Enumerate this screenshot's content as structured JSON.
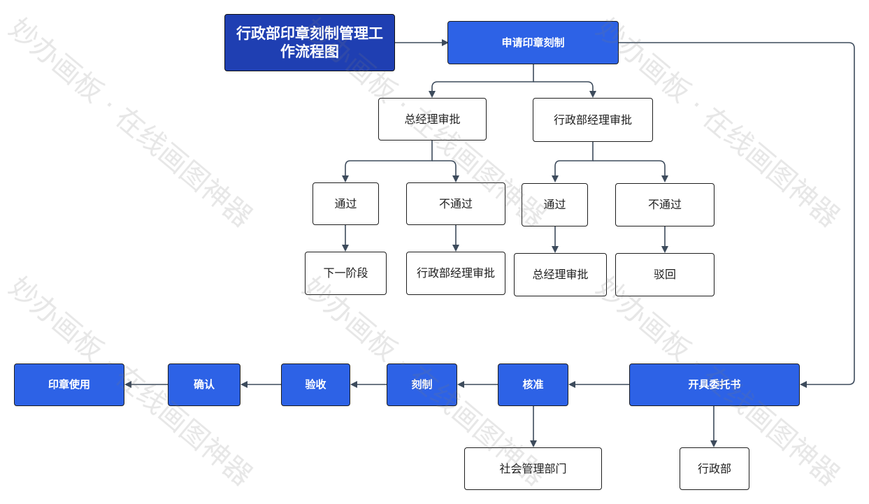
{
  "title": "行政部印章刻制管理工作流程图",
  "nodes": {
    "apply": "申请印章刻制",
    "gm_approve": "总经理审批",
    "admin_mgr_approve": "行政部经理审批",
    "pass_left": "通过",
    "fail_left": "不通过",
    "pass_right": "通过",
    "fail_right": "不通过",
    "next_stage": "下一阶段",
    "admin_mgr_approve_2": "行政部经理审批",
    "gm_approve_2": "总经理审批",
    "reject": "驳回",
    "power_of_attorney": "开具委托书",
    "approve": "核准",
    "engrave": "刻制",
    "inspect": "验收",
    "confirm": "确认",
    "seal_use": "印章使用",
    "social_mgmt_dept": "社会管理部门",
    "admin_dept": "行政部"
  },
  "watermark": "妙办画板 · 在线画图神器",
  "colors": {
    "title_fill": "#1f3fb2",
    "blue_fill": "#2d62e6",
    "edge": "#3d4b5c"
  }
}
